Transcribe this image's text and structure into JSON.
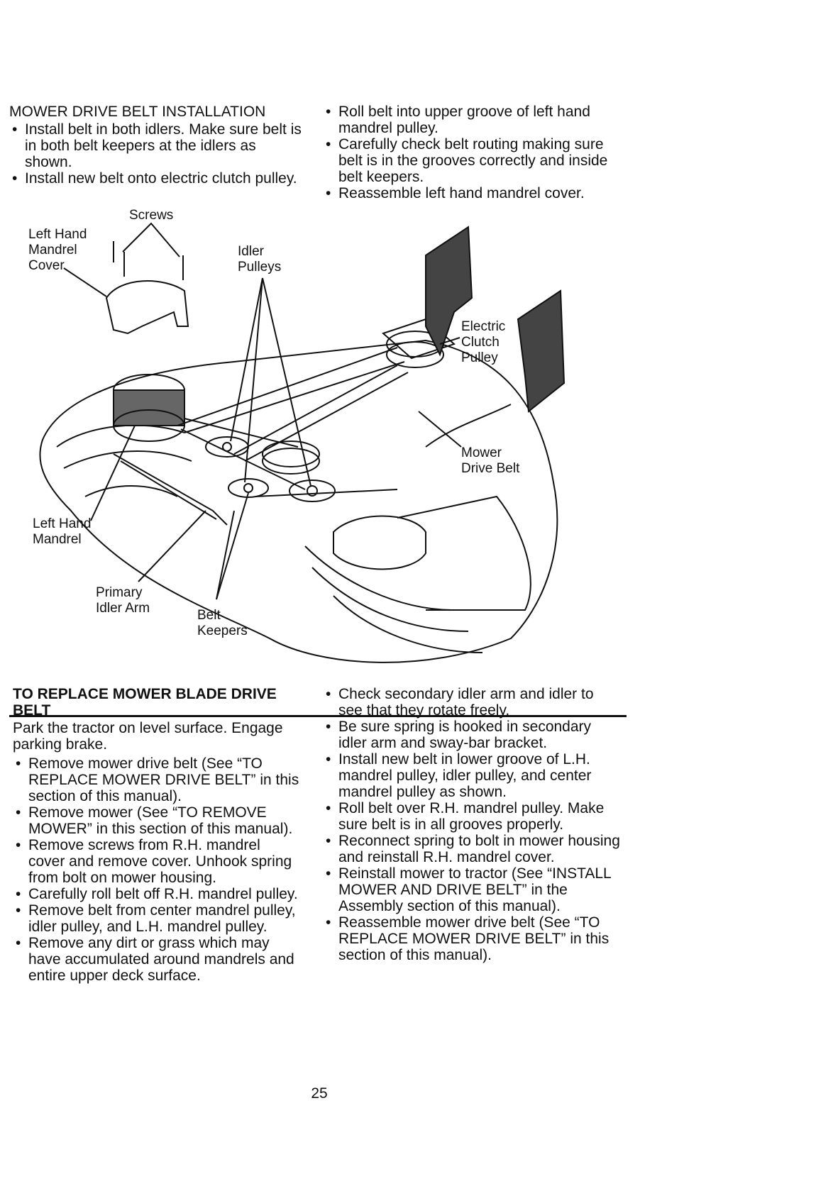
{
  "top_left": {
    "heading": "MOWER DRIVE BELT INSTALLATION",
    "bullets": [
      "Install belt in both idlers.  Make sure belt is in both belt keepers at the idlers as shown.",
      "Install new belt onto electric clutch pulley."
    ]
  },
  "top_right": {
    "bullets": [
      "Roll belt into upper groove of left hand mandrel pulley.",
      "Carefully check belt routing making sure belt is in the grooves correctly and inside belt keepers.",
      "Reassemble left hand mandrel cover."
    ]
  },
  "diagram": {
    "labels": {
      "screws": "Screws",
      "left_hand_mandrel_cover": "Left Hand\nMandrel\nCover",
      "idler_pulleys": "Idler\nPulleys",
      "electric_clutch_pulley": "Electric\nClutch\nPulley",
      "mower_drive_belt": "Mower\nDrive Belt",
      "left_hand_mandrel": "Left Hand\nMandrel",
      "primary_idler_arm": "Primary\nIdler Arm",
      "belt_keepers": "Belt\nKeepers"
    }
  },
  "bottom_left": {
    "heading": "TO REPLACE MOWER BLADE DRIVE BELT",
    "intro": "Park the tractor on level surface.  Engage parking brake.",
    "bullets": [
      "Remove mower drive belt (See “TO REPLACE MOWER DRIVE BELT” in this section of this manual).",
      "Remove mower (See “TO REMOVE MOWER” in this section of this manual).",
      "Remove screws from R.H. mandrel cover and remove cover.  Unhook spring from bolt on mower housing.",
      "Carefully roll belt off R.H. mandrel pulley.",
      "Remove belt from center mandrel pulley, idler pulley, and L.H. mandrel pulley.",
      "Remove any dirt or grass which may have accumulated around mandrels and entire upper deck surface."
    ]
  },
  "bottom_right": {
    "bullets": [
      "Check secondary idler arm and idler to see that they rotate freely.",
      "Be sure spring is hooked in secondary idler arm and sway-bar bracket.",
      "Install new belt in lower groove of L.H. mandrel pulley, idler pulley, and center mandrel pulley as shown.",
      "Roll belt over R.H. mandrel pulley. Make sure belt is in all grooves properly.",
      "Reconnect spring to bolt in mower housing and reinstall R.H. mandrel cover.",
      "Reinstall mower to tractor (See “INSTALL MOWER AND DRIVE BELT” in the Assembly section of this manual).",
      "Reassemble mower drive belt (See “TO REPLACE MOWER DRIVE BELT” in this section of this manual)."
    ]
  },
  "page_number": "25"
}
